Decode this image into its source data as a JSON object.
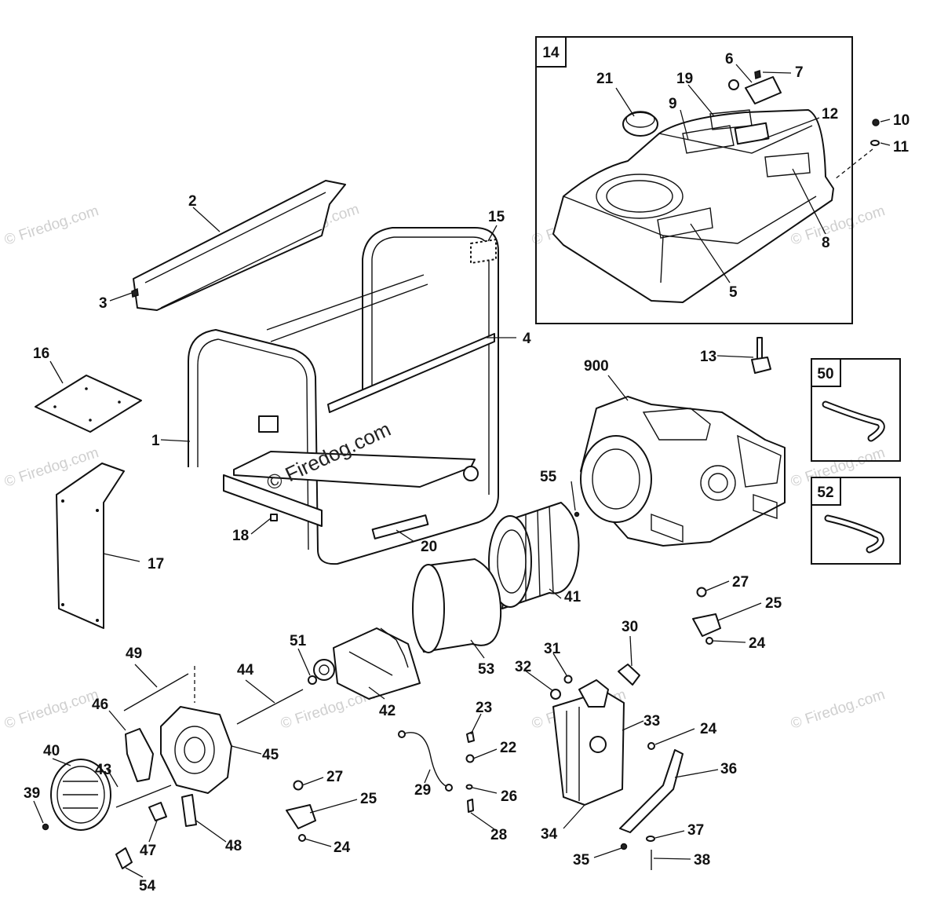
{
  "diagram": {
    "watermark": "© Firedog.com",
    "inset_boxes": {
      "tank_assembly": "14",
      "hose_a": "50",
      "hose_b": "52"
    },
    "callouts": {
      "c1": "1",
      "c2": "2",
      "c3": "3",
      "c4": "4",
      "c5": "5",
      "c6": "6",
      "c7": "7",
      "c8": "8",
      "c9": "9",
      "c10": "10",
      "c11": "11",
      "c12": "12",
      "c13": "13",
      "c15": "15",
      "c16": "16",
      "c17": "17",
      "c18": "18",
      "c19": "19",
      "c20": "20",
      "c21": "21",
      "c22": "22",
      "c23": "23",
      "c24a": "24",
      "c24b": "24",
      "c24c": "24",
      "c25a": "25",
      "c25b": "25",
      "c26": "26",
      "c27a": "27",
      "c27b": "27",
      "c28": "28",
      "c29": "29",
      "c30": "30",
      "c31": "31",
      "c32": "32",
      "c33": "33",
      "c34": "34",
      "c35": "35",
      "c36": "36",
      "c37": "37",
      "c38": "38",
      "c39": "39",
      "c40": "40",
      "c41": "41",
      "c42": "42",
      "c43": "43",
      "c44": "44",
      "c45": "45",
      "c46": "46",
      "c47": "47",
      "c48": "48",
      "c49": "49",
      "c51": "51",
      "c53": "53",
      "c54": "54",
      "c55": "55",
      "c900": "900"
    }
  }
}
